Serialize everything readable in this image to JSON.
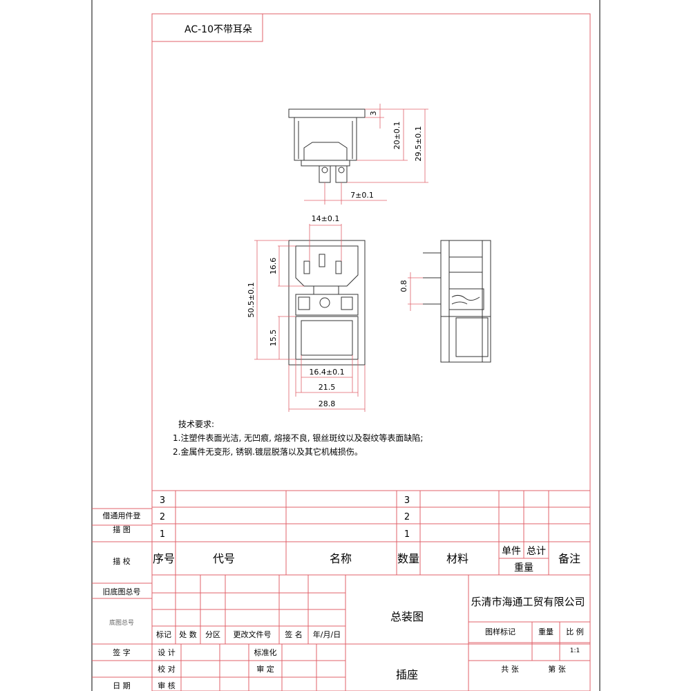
{
  "drawing": {
    "title": "AC-10不带耳朵",
    "dimensions": {
      "top_3": "3",
      "top_20": "20±0.1",
      "top_29_5": "29.5±0.1",
      "top_7": "7±0.1",
      "front_14": "14±0.1",
      "front_16_6": "16.6",
      "front_50_5": "50.5±0.1",
      "front_15_5": "15.5",
      "front_16_4": "16.4±0.1",
      "front_21_5": "21.5",
      "front_28_8": "28.8",
      "side_0_8": "0.8"
    },
    "notes": {
      "heading": "技术要求:",
      "line1": "1.注塑件表面光洁, 无凹痕, 熔接不良, 银丝斑纹以及裂纹等表面缺陷;",
      "line2": "2.金属件无变形, 锈钢.镀层脱落以及其它机械损伤。"
    }
  },
  "left_column": {
    "borrow": "借通用件登",
    "trace": "描    图",
    "check": "描    校",
    "old_no": "旧底图总号",
    "base_no": "底图总号",
    "sign": "签    字",
    "date": "日    期"
  },
  "bom": {
    "rows_left": [
      "3",
      "2",
      "1"
    ],
    "rows_right": [
      "3",
      "2",
      "1"
    ],
    "headers": {
      "seq": "序号",
      "code": "代号",
      "name": "名称",
      "qty": "数量",
      "material": "材料",
      "unit": "单件",
      "total": "总计",
      "weight": "重量",
      "remark": "备注"
    }
  },
  "title_block": {
    "company": "乐清市海通工贸有限公司",
    "assembly": "总装图",
    "part": "插座",
    "mark": "标记",
    "count": "处 数",
    "zone": "分区",
    "change_doc": "更改文件号",
    "signature": "签 名",
    "ymd": "年/月/日",
    "design": "设 计",
    "standard": "标准化",
    "proof": "校 对",
    "examine": "审 定",
    "review": "审 核",
    "sample_mark": "图样标记",
    "weight": "重量",
    "scale": "比 例",
    "scale_value": "1:1",
    "total_sheets": "共    张",
    "sheet_no": "第    张"
  }
}
